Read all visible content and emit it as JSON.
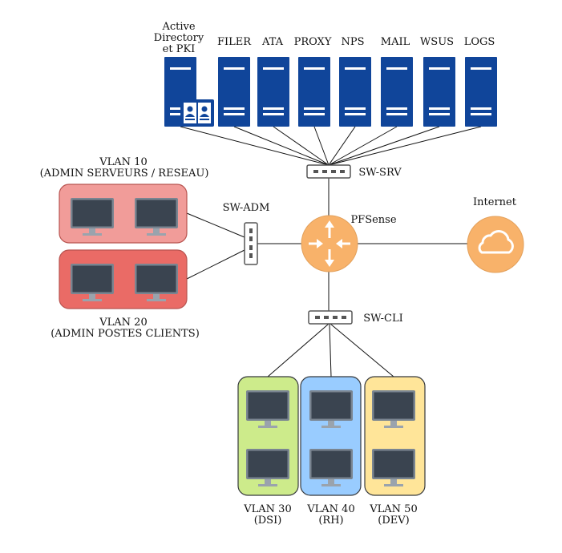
{
  "servers": [
    {
      "label": "Active",
      "label2": "Directory",
      "label3": "et PKI",
      "has_badge": true
    },
    {
      "label": "FILER"
    },
    {
      "label": "ATA"
    },
    {
      "label": "PROXY"
    },
    {
      "label": "NPS"
    },
    {
      "label": "MAIL"
    },
    {
      "label": "WSUS"
    },
    {
      "label": "LOGS"
    }
  ],
  "switches": {
    "srv": "SW-SRV",
    "adm": "SW-ADM",
    "cli": "SW-CLI"
  },
  "router": {
    "label": "PFSense"
  },
  "internet": {
    "label": "Internet"
  },
  "vlans": {
    "v10": {
      "title": "VLAN 10",
      "subtitle": "(ADMIN SERVEURS / RESEAU)",
      "color": "#f19c99",
      "border": "#b85450"
    },
    "v20": {
      "title": "VLAN 20",
      "subtitle": "(ADMIN POSTES CLIENTS)",
      "color": "#ea6b66",
      "border": "#b85450"
    },
    "v30": {
      "title": "VLAN 30",
      "subtitle": "(DSI)",
      "color": "#cdeb8b",
      "border": "#36393d"
    },
    "v40": {
      "title": "VLAN 40",
      "subtitle": "(RH)",
      "color": "#99ccff",
      "border": "#36393d"
    },
    "v50": {
      "title": "VLAN 50",
      "subtitle": "(DEV)",
      "color": "#ffe599",
      "border": "#36393d"
    }
  },
  "colors": {
    "server": "#10459a",
    "router": "#f8b26a",
    "cloud": "#f8b26a",
    "monitor_frame": "#7a8591",
    "monitor_screen": "#3a4450"
  }
}
